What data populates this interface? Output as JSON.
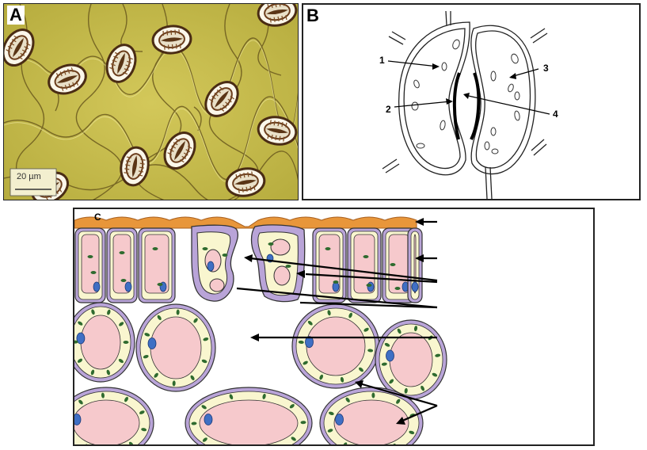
{
  "panels": {
    "a": {
      "letter": "A",
      "scale_label": "20 µm"
    },
    "b": {
      "letter": "B",
      "labels": [
        "1",
        "2",
        "3",
        "4"
      ]
    },
    "c": {
      "letter": "C"
    }
  },
  "colors": {
    "micrograph_bg": "#c7bd4f",
    "cuticle": "#e8963a",
    "cell_wall": "#b9a4d8",
    "vacuole": "#f6c9cc",
    "cytoplasm": "#f9f6cf",
    "nucleus": "#3f6fc4",
    "chloroplast": "#2f6b2f"
  }
}
